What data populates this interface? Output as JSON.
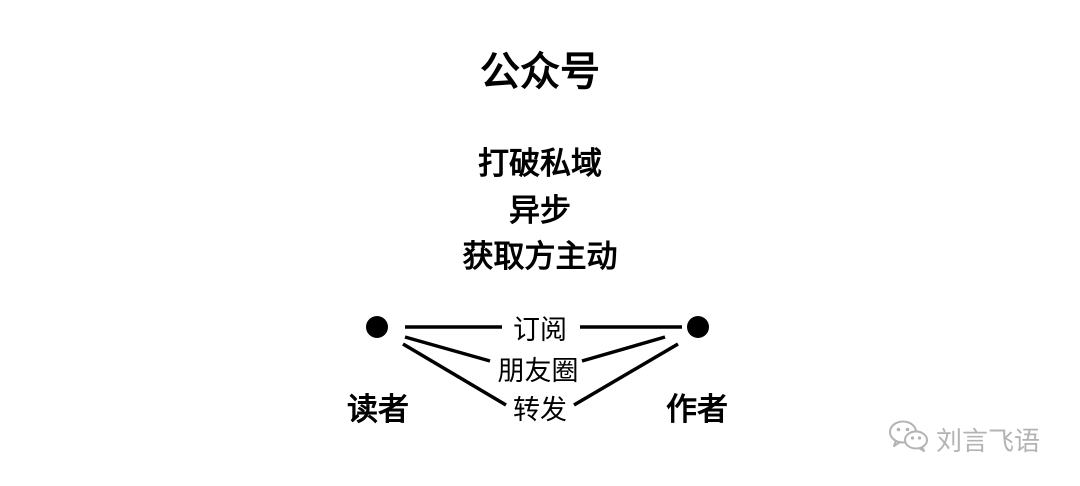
{
  "title": "公众号",
  "points": [
    "打破私域",
    "异步",
    "获取方主动"
  ],
  "diagram": {
    "left_node": "读者",
    "right_node": "作者",
    "channels": [
      "订阅",
      "朋友圈",
      "转发"
    ]
  },
  "watermark": {
    "icon": "wechat-icon",
    "text": "刘言飞语",
    "color": "#b3b3b3"
  }
}
